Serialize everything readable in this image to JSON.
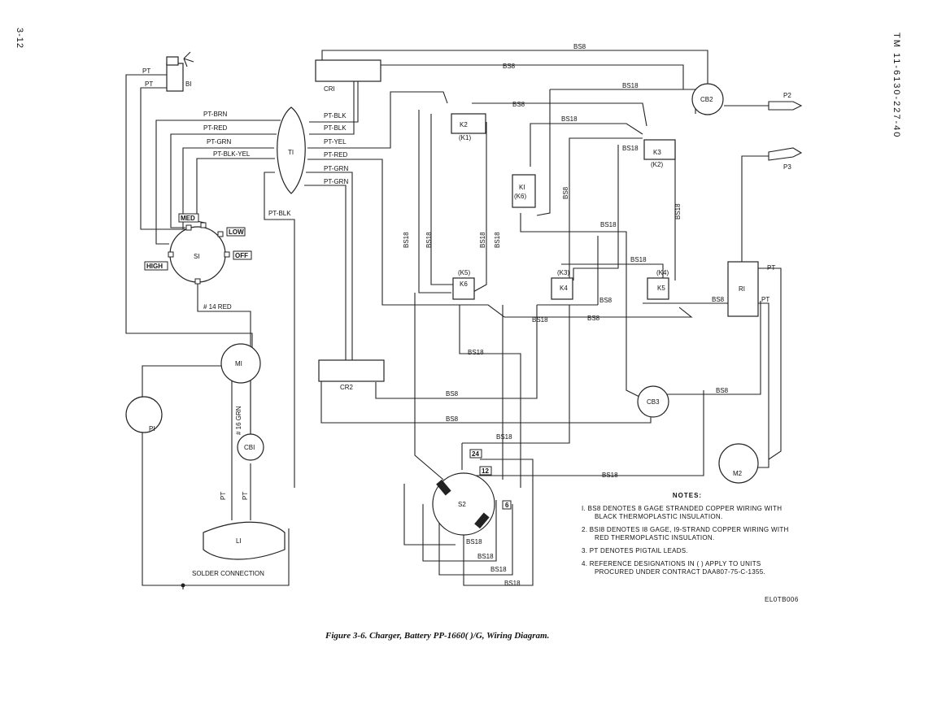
{
  "page": {
    "number": "3-12",
    "tm_ref": "TM 11-6130-227-40"
  },
  "caption": "Figure 3-6. Charger, Battery PP-1660( )/G, Wiring Diagram.",
  "drawing_id": "EL0TB006",
  "components": {
    "B1": "BI",
    "T1": "TI",
    "S1": "SI",
    "CR1": "CRI",
    "CR2": "CR2",
    "CB1": "CBI",
    "CB2": "CB2",
    "CB3": "CB3",
    "M1": "MI",
    "M2": "M2",
    "P1": "PI",
    "P2": "P2",
    "P3": "P3",
    "R1": "RI",
    "L1": "LI",
    "S2": "S2",
    "K1": "KI",
    "K1_alt": "(K6)",
    "K2": "K2",
    "K2_alt": "(K1)",
    "K3": "K3",
    "K3_alt": "(K2)",
    "K4": "K4",
    "K4_alt": "(K3)",
    "K5": "K5",
    "K5_alt": "(K4)",
    "K6": "K6",
    "K6_alt": "(K5)"
  },
  "switch_s1": {
    "med": "MED",
    "low": "LOW",
    "off": "OFF",
    "high": "HIGH"
  },
  "switch_s2": {
    "pos1": "24",
    "pos2": "12",
    "pos3": "6"
  },
  "wire_labels": {
    "pt": "PT",
    "bs8": "BS8",
    "bs18": "BS18",
    "pt_brn": "PT-BRN",
    "pt_red": "PT-RED",
    "pt_grn": "PT-GRN",
    "pt_blk_yel": "PT-BLK-YEL",
    "pt_blk": "PT-BLK",
    "pt_yel": "PT-YEL",
    "red14": "# 14 RED",
    "grn16": "# 16 GRN",
    "solder": "SOLDER CONNECTION"
  },
  "notes": {
    "title": "NOTES:",
    "items": [
      "I. BS8 DENOTES 8 GAGE STRANDED COPPER WIRING WITH BLACK THERMOPLASTIC INSULATION.",
      "2. BSI8 DENOTES I8 GAGE, I9-STRAND COPPER WIRING WITH RED THERMOPLASTIC INSULATION.",
      "3. PT DENOTES PIGTAIL LEADS.",
      "4. REFERENCE DESIGNATIONS IN ( ) APPLY TO UNITS PROCURED UNDER CONTRACT DAA807-75-C-1355."
    ]
  }
}
